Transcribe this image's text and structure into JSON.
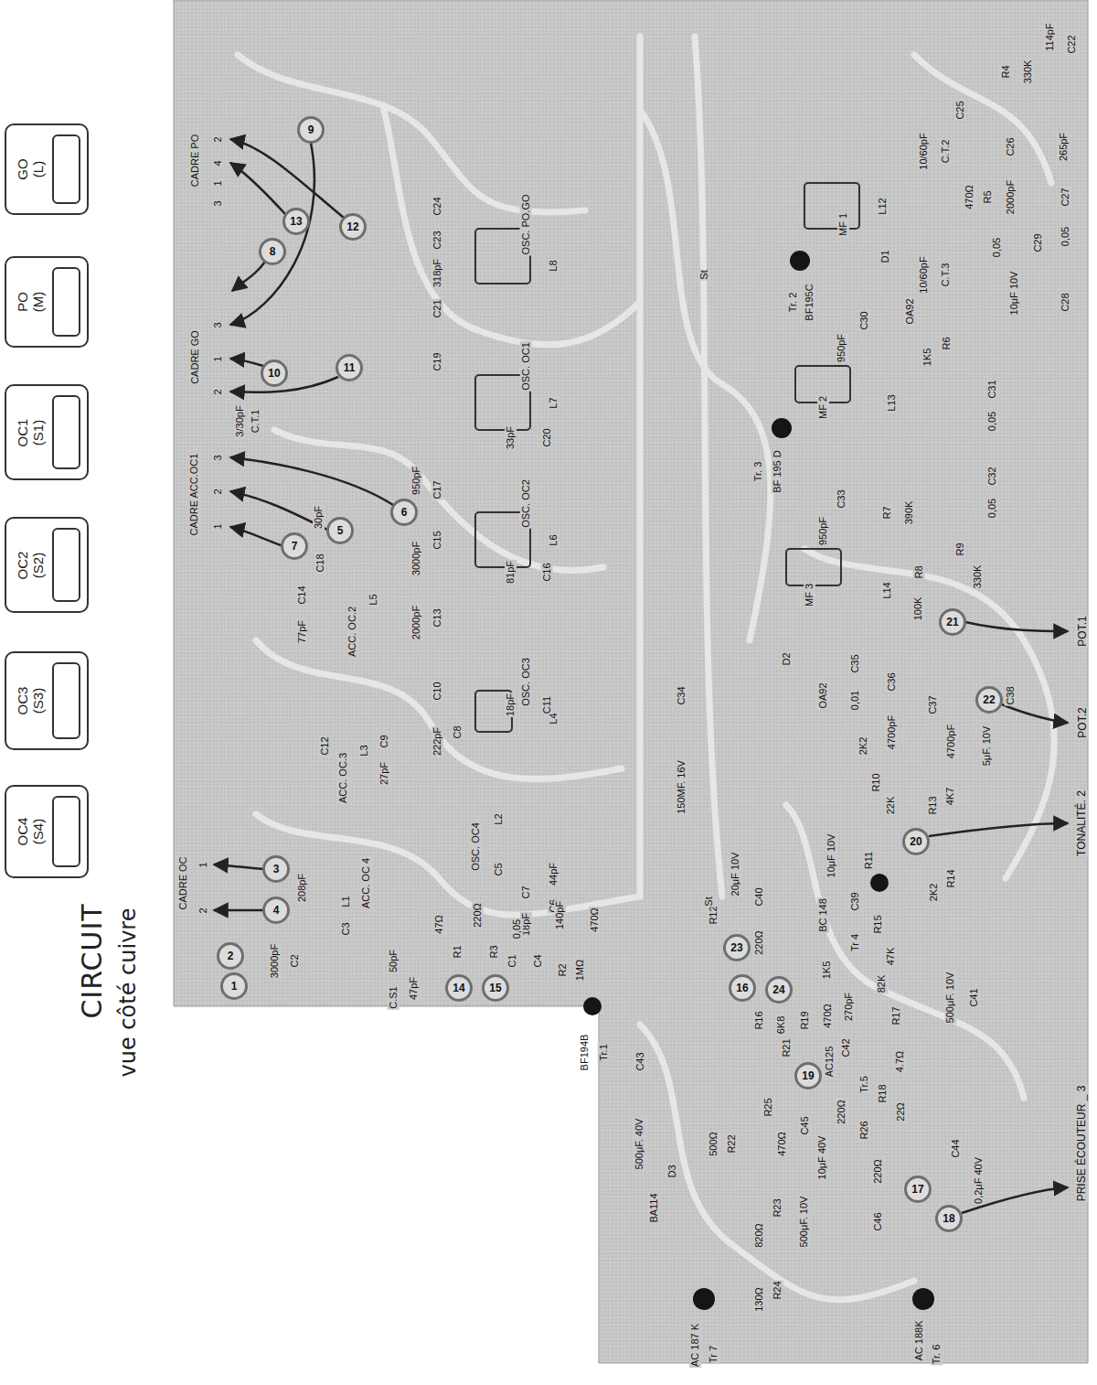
{
  "diagram": {
    "title": "CIRCUIT",
    "caption": "vue côté cuivre",
    "nodes": [
      {
        "text": [
          "GO (L)"
        ]
      },
      {
        "text": [
          "PO (M)"
        ]
      },
      {
        "text": [
          "OC1 (S1)"
        ]
      },
      {
        "text": [
          "OC2 (S2)"
        ]
      },
      {
        "text": [
          "OC3 (S3)"
        ]
      },
      {
        "text": [
          "OC4 (S4)"
        ]
      }
    ],
    "labels": [
      "C22",
      "114pF",
      "330K",
      "R4",
      "C25",
      "265pF",
      "10/60pF",
      "C.T.2",
      "10/60pF",
      "C.T.3",
      "CADRE PO",
      "3",
      "1",
      "4",
      "2",
      "CADRE GO",
      "3",
      "1",
      "2",
      "CADRE ACC.OC1",
      "3",
      "2",
      "1",
      "CADRE OC",
      "1",
      "2",
      "1",
      "2",
      "3",
      "4",
      "5",
      "6",
      "7",
      "8",
      "9",
      "10",
      "11",
      "12",
      "13",
      "14",
      "15",
      "16",
      "17",
      "18",
      "19",
      "20",
      "21",
      "22",
      "23",
      "24",
      "POT.1",
      "POT.2",
      "TONALITÉ. 2",
      "PRISE ÉCOUTEUR _ 3",
      "OSC. PO.GO",
      "L8",
      "C24",
      "C23",
      "C21",
      "318pF",
      "OSC. OC1",
      "L7",
      "C19",
      "C20",
      "33pF",
      "OSC. OC2",
      "L6",
      "C17",
      "950pF",
      "C15",
      "3000pF",
      "C16",
      "81pF",
      "OSC. OC3",
      "L4",
      "C13",
      "2000pF",
      "C10",
      "C11",
      "18pF",
      "C8",
      "222pF",
      "OSC. OC4",
      "L2",
      "C5",
      "C7",
      "18pF",
      "C6",
      "44pF",
      "ACC. OC.3",
      "L3",
      "C12",
      "27pF",
      "C9",
      "ACC. OC.2",
      "L5",
      "C14",
      "77pF",
      "C18",
      "30pF",
      "ACC. OC 4",
      "L1",
      "C3",
      "208pF",
      "C2",
      "3000pF",
      "C.T.1",
      "3/30pF",
      "C.S1",
      "50pF",
      "47pF",
      "R1",
      "47Ω",
      "R3",
      "220Ω",
      "C1",
      "0,05",
      "C4",
      "140pF",
      "BF194B",
      "Tr.1",
      "R2",
      "1MΩ",
      "470Ω",
      "Tr. 2",
      "BF195C",
      "MF 1",
      "L12",
      "R5",
      "470Ω",
      "C26",
      "2000pF",
      "C27",
      "0,05",
      "C29",
      "0,05",
      "C28",
      "10μF 10V",
      "D1",
      "OA92",
      "C30",
      "950pF",
      "R6",
      "1K5",
      "Tr. 3",
      "BF 195 D",
      "MF 2",
      "L13",
      "C31",
      "0,05",
      "C32",
      "0,05",
      "MF 3",
      "L14",
      "C33",
      "950pF",
      "R7",
      "390K",
      "R8",
      "100K",
      "R9",
      "330K",
      "D2",
      "OA92",
      "C35",
      "0,01",
      "C36",
      "4700pF",
      "C37",
      "4700pF",
      "C38",
      "5μF. 10V",
      "C34",
      "150MF. 16V",
      "R10",
      "2K2",
      "R11",
      "22K",
      "R13",
      "4K7",
      "R14",
      "2K2",
      "C39",
      "10μF 10V",
      "R15",
      "47K",
      "C40",
      "20μF 10V",
      "Tr 4",
      "BC 148",
      "R12",
      "220Ω",
      "R16",
      "6K8",
      "R19",
      "470Ω",
      "1K5",
      "C42",
      "270pF",
      "R17",
      "82K",
      "C41",
      "500μF. 10V",
      "R18",
      "4.7Ω",
      "Tr.5",
      "AC125",
      "R21",
      "C43",
      "500μF. 40V",
      "D3",
      "BA114",
      "R22",
      "500Ω",
      "R25",
      "470Ω",
      "C45",
      "10μF 40V",
      "220Ω",
      "R26",
      "220Ω",
      "22Ω",
      "C46",
      "500μF. 10V",
      "R23",
      "820Ω",
      "R24",
      "130Ω",
      "C44",
      "0,2μF 40V",
      "AC 187 K",
      "Tr 7",
      "AC 188K",
      "Tr. 6",
      "St",
      "St"
    ]
  }
}
